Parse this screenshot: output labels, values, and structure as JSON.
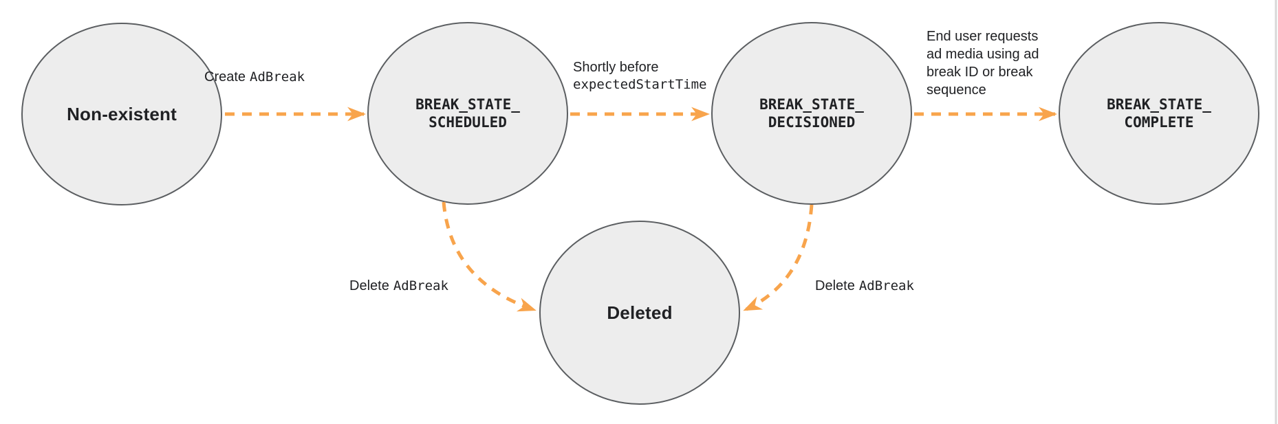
{
  "colors": {
    "arrow": "#F8A44C",
    "node_fill": "#EDEDED",
    "node_stroke": "#5B5E61",
    "text": "#202124",
    "page_border": "#D8D8D8"
  },
  "nodes": {
    "non_existent": {
      "label": "Non-existent"
    },
    "scheduled": {
      "line1": "BREAK_STATE_",
      "line2": "SCHEDULED"
    },
    "decisioned": {
      "line1": "BREAK_STATE_",
      "line2": "DECISIONED"
    },
    "complete": {
      "line1": "BREAK_STATE_",
      "line2": "COMPLETE"
    },
    "deleted": {
      "label": "Deleted"
    }
  },
  "edges": {
    "create": {
      "sans": "Create",
      "mono": "AdBreak"
    },
    "decision": {
      "line1": "Shortly before",
      "line2": "expectedStartTime"
    },
    "complete": {
      "line1": "End user requests",
      "line2": "ad media using ad",
      "line3": "break ID or break",
      "line4": "sequence"
    },
    "delete_left": {
      "sans": "Delete",
      "mono": "AdBreak"
    },
    "delete_right": {
      "sans": "Delete",
      "mono": "AdBreak"
    }
  }
}
